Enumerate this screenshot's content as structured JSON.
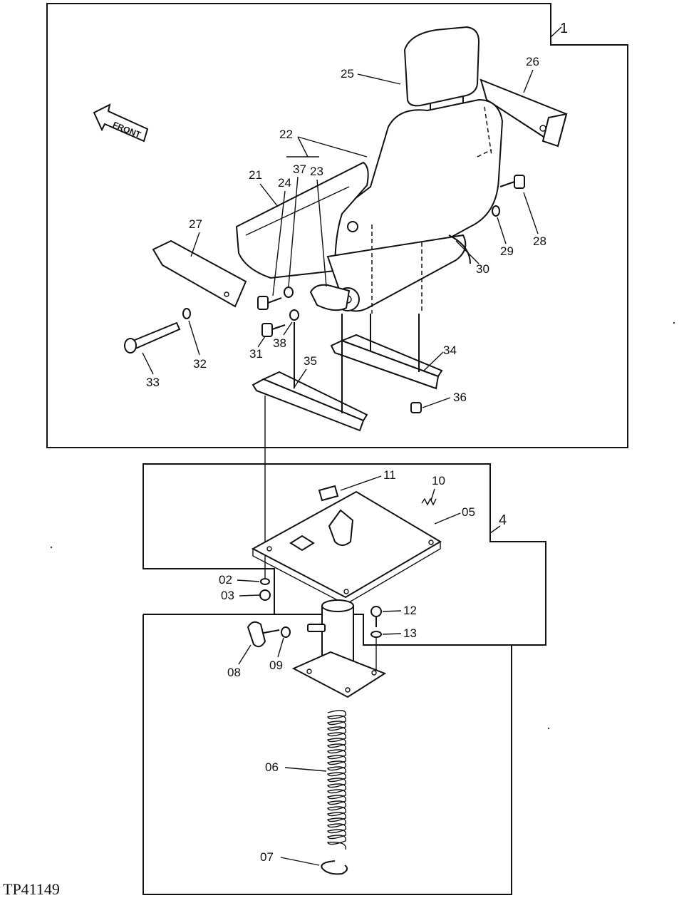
{
  "figure_id": "TP41149",
  "front_label": "FRONT",
  "group_labels": {
    "seat_assembly": "1",
    "base_assembly": "4"
  },
  "callouts": [
    {
      "id": "c25",
      "text": "25"
    },
    {
      "id": "c26",
      "text": "26"
    },
    {
      "id": "c22",
      "text": "22"
    },
    {
      "id": "c37",
      "text": "37"
    },
    {
      "id": "c23",
      "text": "23"
    },
    {
      "id": "c21",
      "text": "21"
    },
    {
      "id": "c24",
      "text": "24"
    },
    {
      "id": "c27",
      "text": "27"
    },
    {
      "id": "c28",
      "text": "28"
    },
    {
      "id": "c29",
      "text": "29"
    },
    {
      "id": "c30",
      "text": "30"
    },
    {
      "id": "c31",
      "text": "31"
    },
    {
      "id": "c38",
      "text": "38"
    },
    {
      "id": "c32",
      "text": "32"
    },
    {
      "id": "c33",
      "text": "33"
    },
    {
      "id": "c34",
      "text": "34"
    },
    {
      "id": "c35",
      "text": "35"
    },
    {
      "id": "c36",
      "text": "36"
    },
    {
      "id": "c11",
      "text": "11"
    },
    {
      "id": "c10",
      "text": "10"
    },
    {
      "id": "c05",
      "text": "05"
    },
    {
      "id": "c02",
      "text": "02"
    },
    {
      "id": "c03",
      "text": "03"
    },
    {
      "id": "c12",
      "text": "12"
    },
    {
      "id": "c13",
      "text": "13"
    },
    {
      "id": "c08",
      "text": "08"
    },
    {
      "id": "c09",
      "text": "09"
    },
    {
      "id": "c06",
      "text": "06"
    },
    {
      "id": "c07",
      "text": "07"
    }
  ]
}
